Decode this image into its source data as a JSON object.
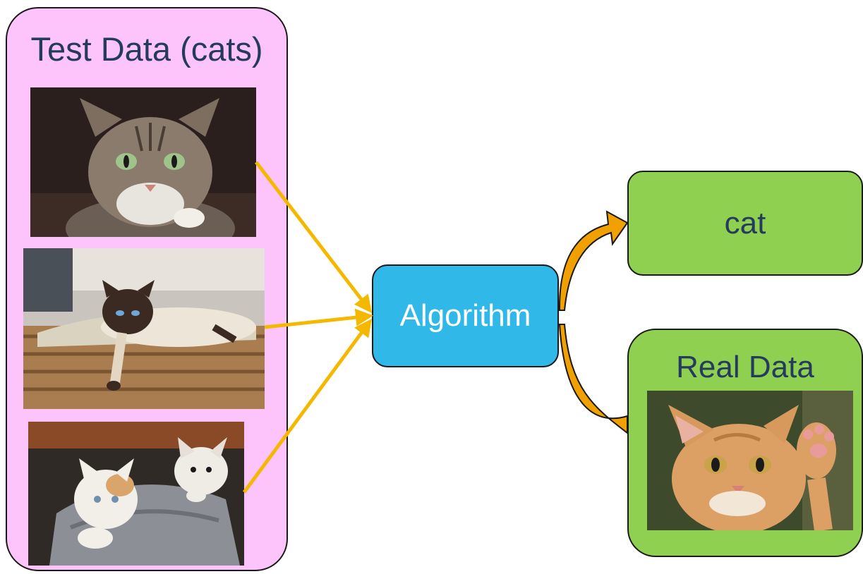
{
  "test_panel": {
    "title": "Test Data (cats)"
  },
  "algorithm": {
    "label": "Algorithm"
  },
  "output": {
    "label": "cat"
  },
  "real_panel": {
    "title": "Real Data"
  },
  "photos": [
    {
      "name": "tabby-cat-looking-up"
    },
    {
      "name": "siamese-cat-lying-on-stool"
    },
    {
      "name": "white-kittens-in-boot"
    },
    {
      "name": "orange-kitten-raising-paw"
    }
  ],
  "colors": {
    "test_panel_fill": "#fcc4fb",
    "algorithm_fill": "#30b8e8",
    "output_fill": "#90d050",
    "title_text": "#243b5e",
    "input_arrow": "#f5b800",
    "output_arrow": "#f0a000"
  }
}
